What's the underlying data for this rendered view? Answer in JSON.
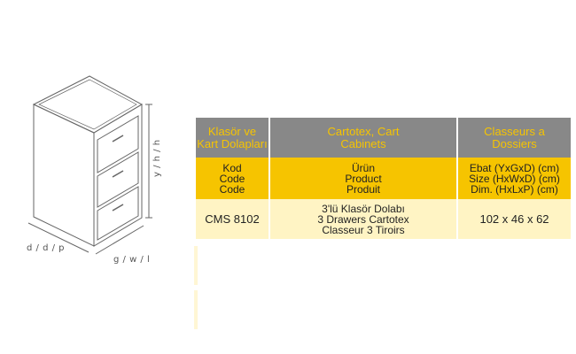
{
  "dimension_labels": {
    "depth": "d / d / p",
    "width": "g / w / l",
    "height": "y / h / h"
  },
  "table": {
    "headers": [
      {
        "line1": "Klasör ve",
        "line2": "Kart Dolapları"
      },
      {
        "line1": "Cartotex, Cart",
        "line2": "Cabinets"
      },
      {
        "line1": "Classeurs a",
        "line2": "Dossiers"
      }
    ],
    "column_labels": [
      {
        "line1": "Kod",
        "line2": "Code",
        "line3": "Code"
      },
      {
        "line1": "Ürün",
        "line2": "Product",
        "line3": "Produit"
      },
      {
        "line1": "Ebat (YxGxD) (cm)",
        "line2": "Size (HxWxD) (cm)",
        "line3": "Dim. (HxLxP) (cm)"
      }
    ],
    "rows": [
      {
        "code": "CMS 8102",
        "product_line1": "3'lü Klasör Dolabı",
        "product_line2": "3 Drawers Cartotex",
        "product_line3": "Classeur 3 Tiroirs",
        "size": "102 x 46 x 62"
      }
    ]
  },
  "colors": {
    "header_bg": "#888888",
    "header_text": "#f6c400",
    "label_bg": "#f6c400",
    "row_bg": "#fff4c4"
  }
}
